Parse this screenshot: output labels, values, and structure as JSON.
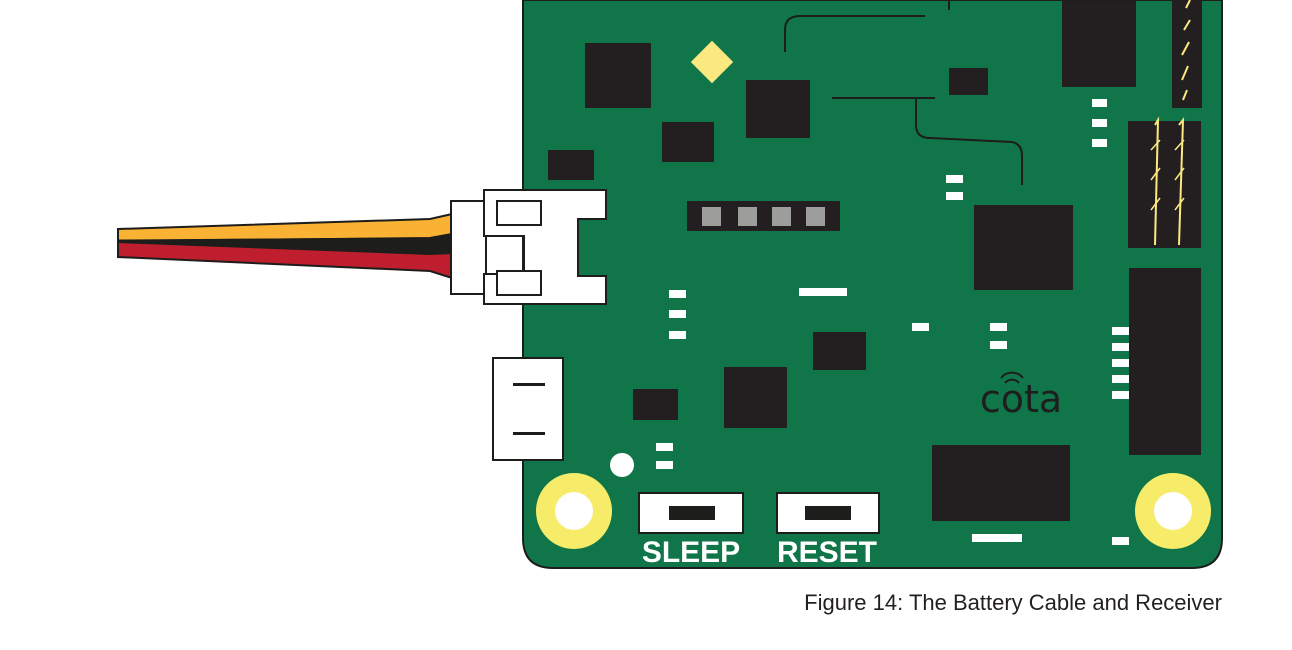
{
  "diagram": {
    "caption": "Figure 14: The Battery Cable and Receiver",
    "labels": {
      "sleep": "SLEEP",
      "reset": "RESET",
      "logo": "cota"
    },
    "colors": {
      "board": "#10764a",
      "chip": "#231f20",
      "wire_yellow": "#f9b233",
      "wire_black": "#1d1d1b",
      "wire_red": "#be1e2d",
      "mount_hole": "#f7ec6a",
      "led_pad": "#fbe97f"
    }
  }
}
